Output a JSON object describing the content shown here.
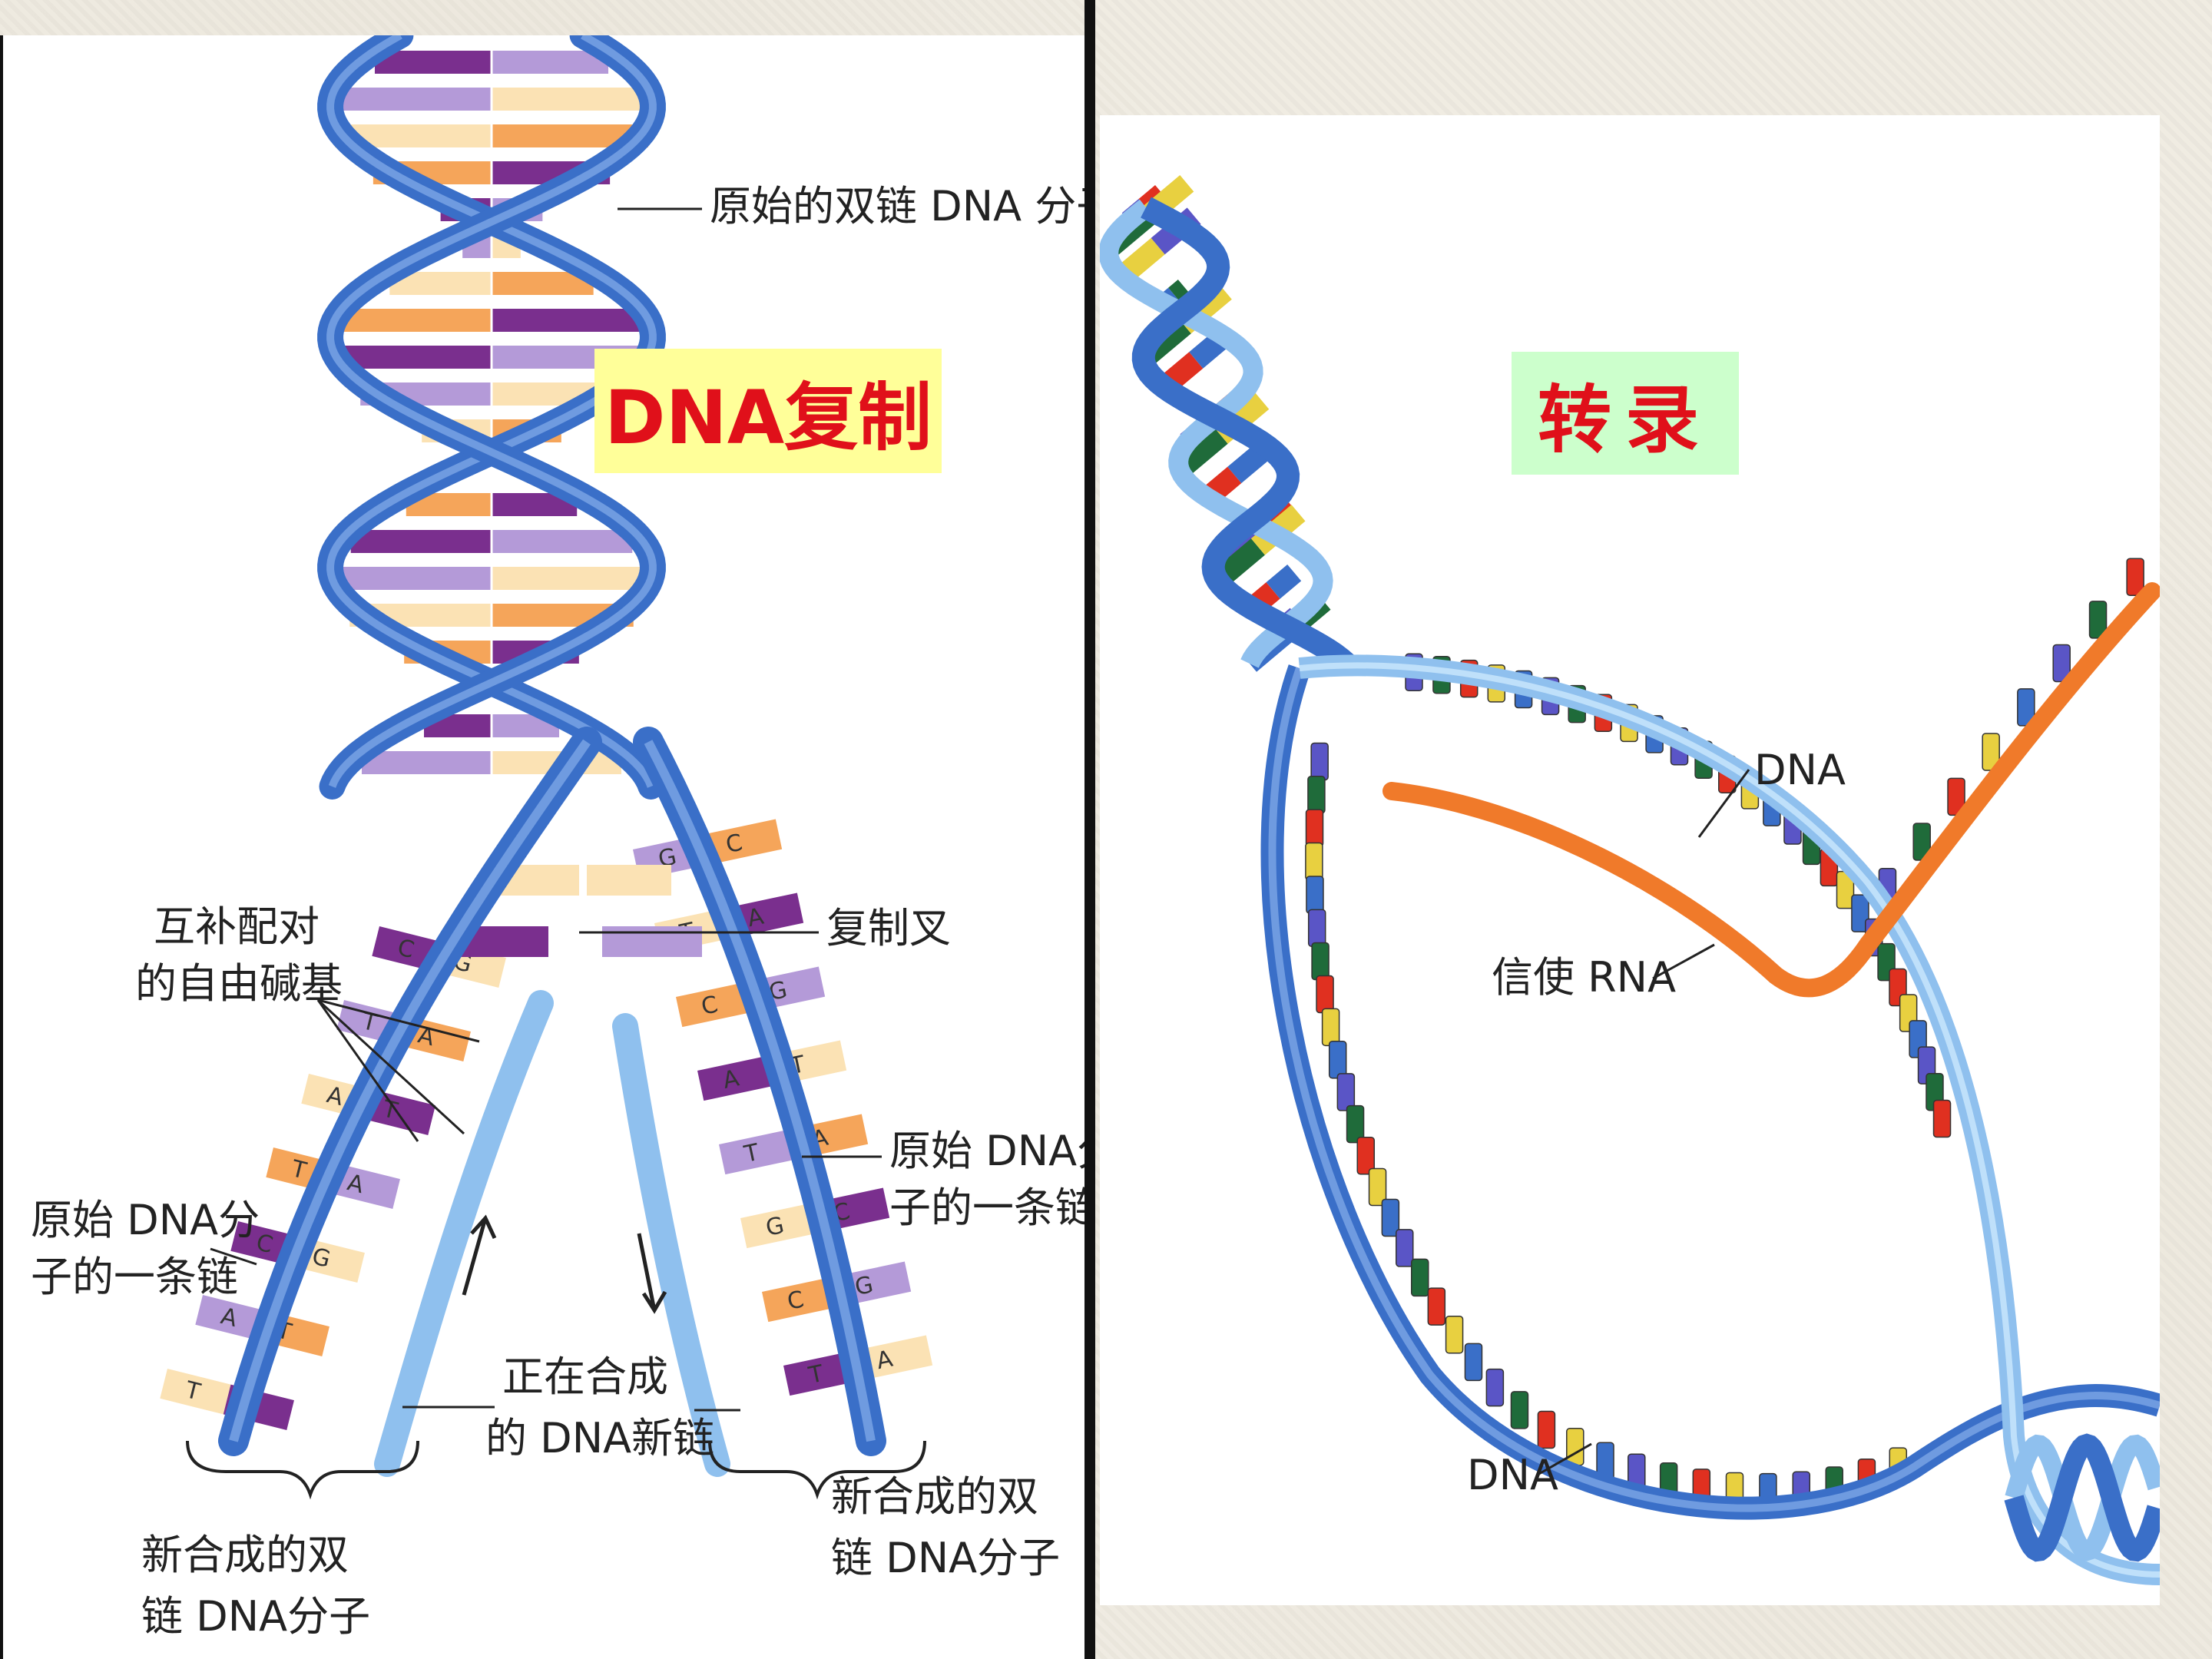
{
  "replication": {
    "title": "DNA复制",
    "labels": {
      "original_duplex": "原始的双链 DNA 分子",
      "fork": "复制叉",
      "free_bases_line1": "互补配对",
      "free_bases_line2": "的自由碱基",
      "parent_strand_left_line1": "原始 DNA分",
      "parent_strand_left_line2": "子的一条链",
      "parent_strand_right_line1": "原始 DNA分",
      "parent_strand_right_line2": "子的一条链",
      "new_strand_line1": "正在合成",
      "new_strand_line2": "的 DNA新链",
      "daughter_left_line1": "新合成的双",
      "daughter_left_line2": "链 DNA分子",
      "daughter_right_line1": "新合成的双",
      "daughter_right_line2": "链 DNA分子"
    },
    "base_letters": [
      "C",
      "G",
      "T",
      "A",
      "A",
      "T",
      "T",
      "A",
      "C",
      "G",
      "A",
      "T",
      "T",
      "A",
      "G",
      "C",
      "T",
      "A",
      "C",
      "G",
      "A",
      "T",
      "T",
      "A",
      "G",
      "C"
    ]
  },
  "transcription": {
    "title": "转录",
    "labels": {
      "dna_top": "DNA",
      "mrna": "信使 RNA",
      "dna_bottom": "DNA"
    }
  },
  "colors": {
    "title_text": "#e0101a",
    "replication_title_bg": "#ffff99",
    "transcription_title_bg": "#ccffcc",
    "dna_blue": "#3a6fc8",
    "dna_light_blue": "#8fc0ee",
    "rna_orange": "#f07a2a",
    "purple_dark": "#7a2f8e",
    "purple_light": "#b49ad8",
    "orange_base": "#f5a55a",
    "tan_base": "#fbe2b4"
  }
}
